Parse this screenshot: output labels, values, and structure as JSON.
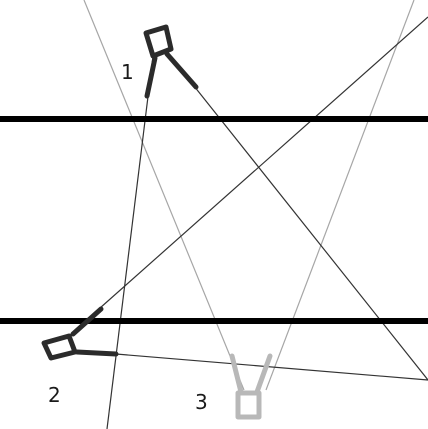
{
  "figure": {
    "labels": [
      {
        "id": "label-1",
        "text": "1"
      },
      {
        "id": "label-2",
        "text": "2"
      },
      {
        "id": "label-3",
        "text": "3"
      }
    ],
    "colors": {
      "background": "#ffffff",
      "thick_line": "#000000",
      "dark_marker": "#2b2b2b",
      "thin_dark_line": "#333333",
      "light_marker": "#b8b8b8",
      "light_line": "#a6a6a6"
    }
  }
}
